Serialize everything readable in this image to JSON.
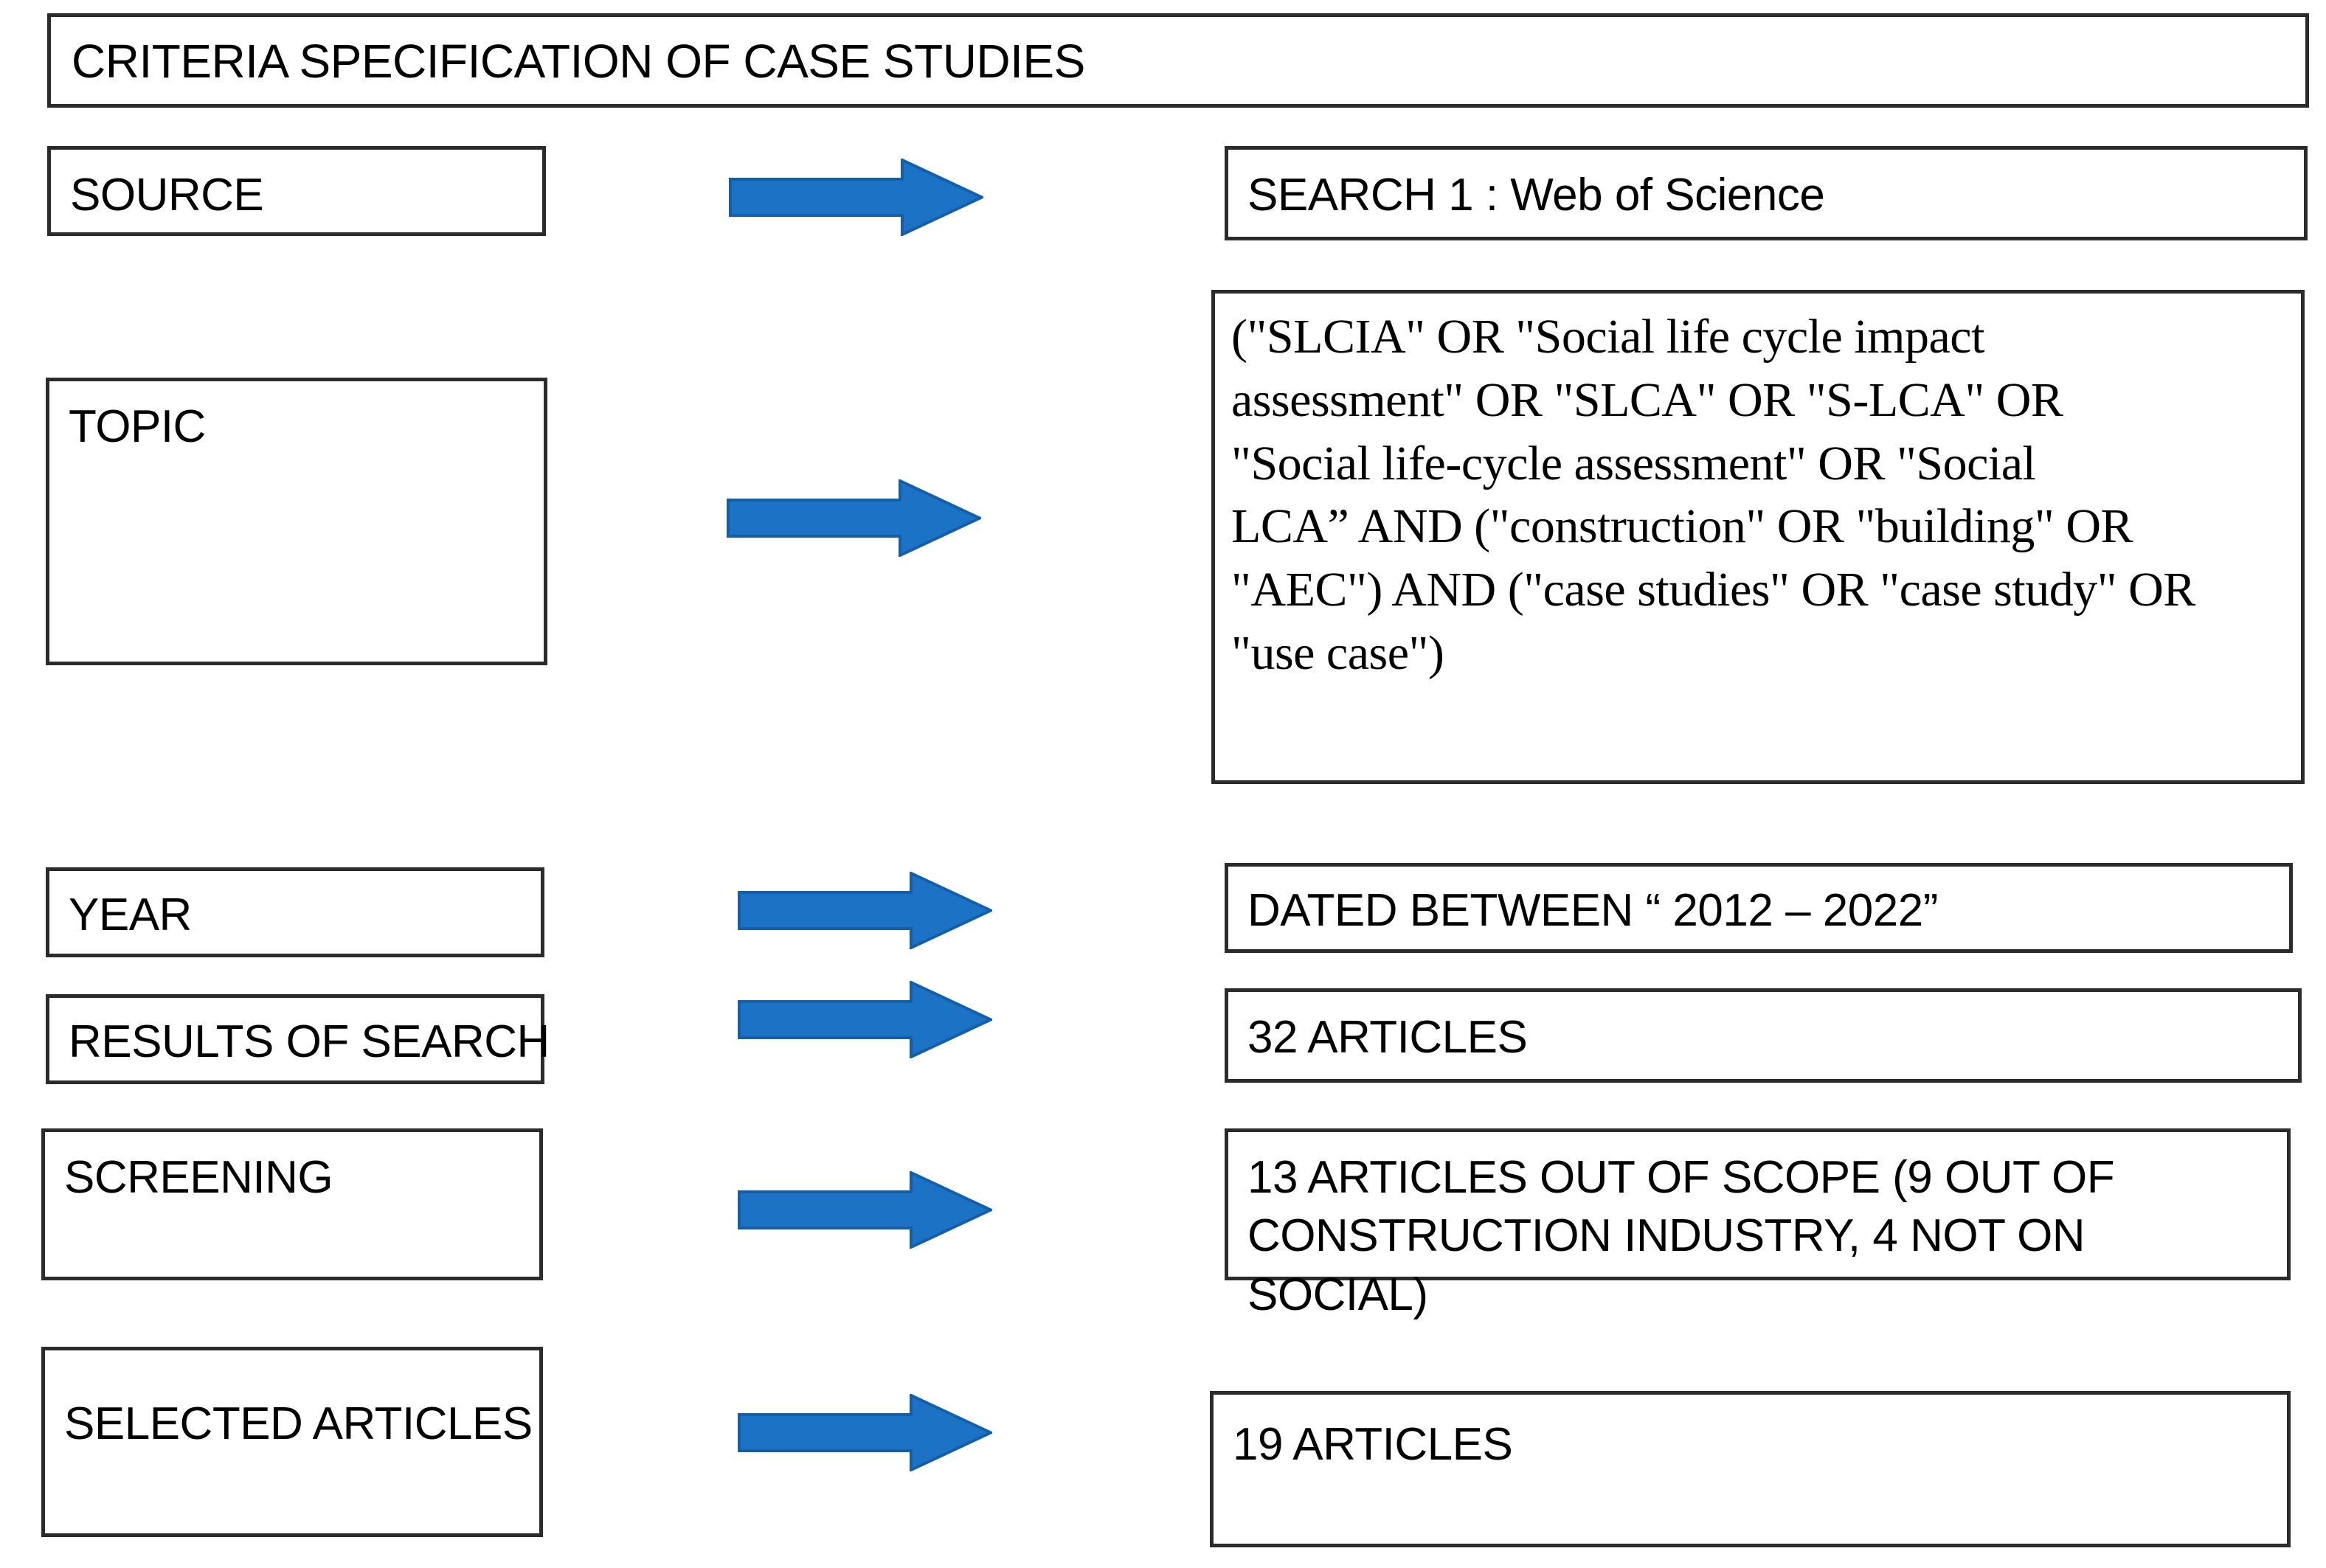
{
  "diagram": {
    "title": "CRITERIA SPECIFICATION OF CASE STUDIES",
    "accent_color": "#1C72C4",
    "accent_stroke_color": "#155FA8",
    "border_color": "#2b2b2b",
    "text_color": "#000000",
    "background_color": "#ffffff",
    "arrow_icon_name": "right-arrow-icon"
  },
  "rows": [
    {
      "criterion": "SOURCE",
      "value": "SEARCH 1 : Web of Science",
      "value_style": "sans"
    },
    {
      "criterion": "TOPIC",
      "value": " (\"SLCIA\" OR \"Social life cycle impact assessment\" OR \"SLCA\" OR \"S-LCA\"  OR \"Social life-cycle assessment\" OR \"Social LCA” AND (\"construction\" OR \"building\" OR \"AEC\") AND (\"case studies\" OR \"case study\" OR \"use case\")",
      "value_lines": [
        " (\"SLCIA\" OR \"Social life cycle impact",
        "assessment\" OR \"SLCA\" OR \"S-LCA\"  OR",
        "\"Social life-cycle assessment\" OR \"Social",
        "LCA” AND (\"construction\" OR \"building\" OR",
        "\"AEC\") AND (\"case studies\" OR \"case study\" OR",
        "\"use case\")"
      ],
      "value_style": "serif"
    },
    {
      "criterion": "YEAR",
      "value": "DATED BETWEEN “ 2012 – 2022”",
      "value_style": "sans"
    },
    {
      "criterion": "RESULTS OF SEARCH",
      "value": "32 ARTICLES",
      "value_style": "sans"
    },
    {
      "criterion": "SCREENING",
      "value": "13 ARTICLES OUT OF SCOPE (9 OUT OF CONSTRUCTION INDUSTRY, 4 NOT ON SOCIAL)",
      "value_lines": [
        "13 ARTICLES OUT OF SCOPE (9 OUT OF",
        "CONSTRUCTION INDUSTRY, 4 NOT ON SOCIAL)"
      ],
      "value_style": "sans"
    },
    {
      "criterion": "SELECTED ARTICLES",
      "value": "19 ARTICLES",
      "value_style": "sans"
    }
  ]
}
